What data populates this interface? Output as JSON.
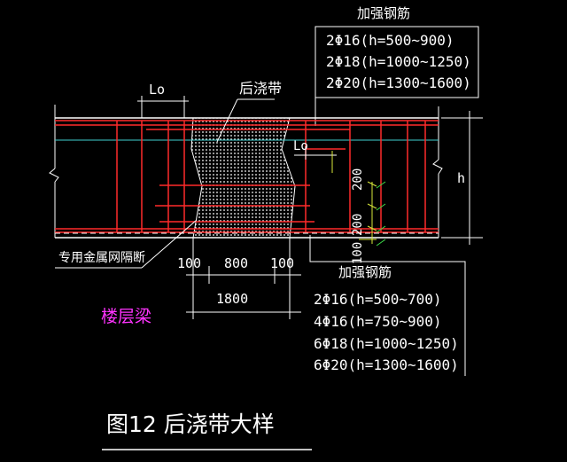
{
  "top_rebar": {
    "title": "加强钢筋",
    "lines": [
      "2Φ16(h=500~900)",
      "2Φ18(h=1000~1250)",
      "2Φ20(h=1300~1600)"
    ]
  },
  "bottom_rebar": {
    "title": "加强钢筋",
    "lines": [
      "2Φ16(h=500~700)",
      "4Φ16(h=750~900)",
      "6Φ18(h=1000~1250)",
      "6Φ20(h=1300~1600)"
    ]
  },
  "labels": {
    "lo_top": "Lo",
    "lo_mid": "Lo",
    "post_pour_band": "后浇带",
    "metal_mesh": "专用金属网隔断",
    "floor_beam": "楼层梁",
    "h": "h",
    "caption": "图12  后浇带大样"
  },
  "dimensions": {
    "d100_left": "100",
    "d800": "800",
    "d100_right": "100",
    "d1800": "1800",
    "d200_upper": "200",
    "d200_lower": "200",
    "d100_vert": "100"
  },
  "colors": {
    "background": "#000000",
    "beam_outline": "#ffffff",
    "rebar": "#ff2a2a",
    "cyan_line": "#3fd0d0",
    "dim_yellow": "#d8e83a",
    "dim_green": "#3ee04a",
    "magenta_label": "#ff33ff"
  }
}
